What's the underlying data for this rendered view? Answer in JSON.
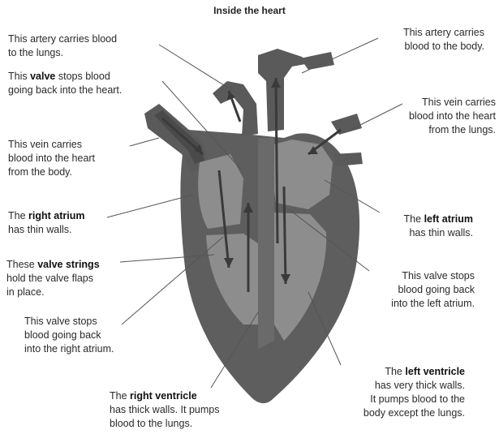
{
  "title": "Inside the heart",
  "labels": {
    "artery_lungs": [
      "This artery carries blood",
      "to the lungs."
    ],
    "valve_top": {
      "pre": "This ",
      "bold": "valve",
      "post": " stops blood",
      "line2": "going back into the heart."
    },
    "vein_body": [
      "This vein carries",
      "blood into the heart",
      "from the body."
    ],
    "right_atrium": {
      "pre": "The ",
      "bold": "right atrium",
      "line2": "has thin walls."
    },
    "valve_strings": {
      "pre": "These ",
      "bold": "valve strings",
      "line2": "hold the valve flaps",
      "line3": "in place."
    },
    "valve_right_atrium": [
      "This valve stops",
      "blood going back",
      "into the right atrium."
    ],
    "right_ventricle": {
      "pre": "The ",
      "bold": "right ventricle",
      "line2": "has thick walls. It pumps",
      "line3": "blood to the lungs."
    },
    "artery_body": [
      "This artery carries",
      "blood to the body."
    ],
    "vein_lungs": [
      "This vein carries",
      "blood into the heart",
      "from the lungs."
    ],
    "left_atrium": {
      "pre": "The ",
      "bold": "left atrium",
      "line2": "has thin walls."
    },
    "valve_left_atrium": [
      "This valve stops",
      "blood going back",
      "into the left atrium."
    ],
    "left_ventricle": {
      "pre": "The ",
      "bold": "left ventricle",
      "line2": "has very thick walls.",
      "line3": "It pumps blood to the",
      "line4": "body except the lungs."
    }
  },
  "colors": {
    "outer_wall": "#5e5e5e",
    "inner_chamber": "#8d8d8d",
    "dark_vessel": "#4a4a4a",
    "arrow": "#3a3a3a",
    "leader_line": "#555555"
  }
}
